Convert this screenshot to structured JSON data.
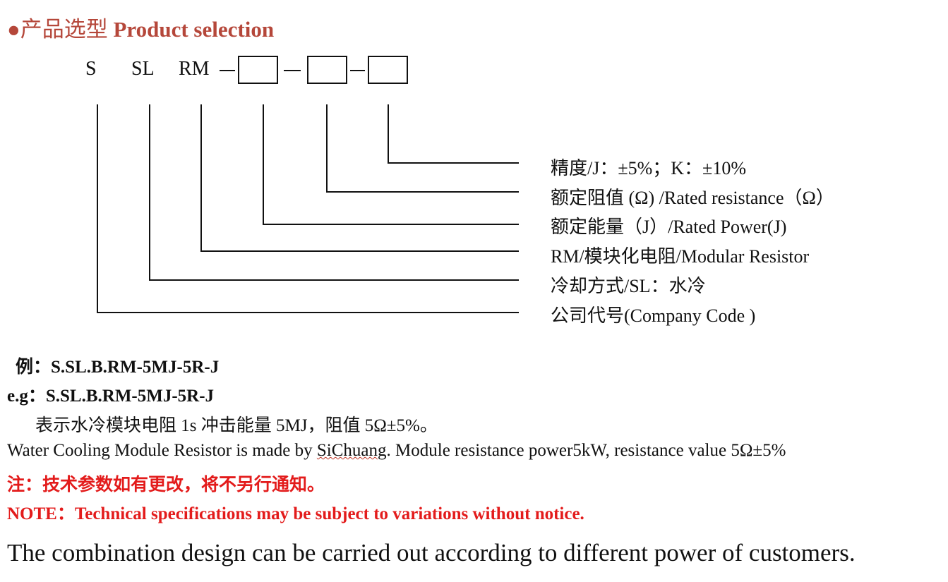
{
  "title": {
    "bullet": "●",
    "cn": "产品选型",
    "en": "Product selection"
  },
  "code": {
    "s": "S",
    "sl": "SL",
    "rm": "RM"
  },
  "descriptions": [
    "精度/J：±5%；K：±10%",
    "额定阻值  (Ω) /Rated resistance（Ω）",
    "额定能量（J）/Rated Power(J)",
    "RM/模块化电阻/Modular Resistor",
    "冷却方式/SL：水冷",
    "公司代号(Company Code )"
  ],
  "example": {
    "cn_label": "例：",
    "cn_code": "S.SL.B.RM-5MJ-5R-J",
    "en_label": "e.g：",
    "en_code": "S.SL.B.RM-5MJ-5R-J",
    "cn_text": "表示水冷模块电阻 1s 冲击能量 5MJ，阻值 5Ω±5%。",
    "en_text_before": "Water Cooling Module Resistor is made by ",
    "en_brand": "SiChuang",
    "en_text_after": ". Module resistance power5kW, resistance value 5Ω±5%"
  },
  "note": {
    "cn": "注：技术参数如有更改，将不另行通知。",
    "en": "NOTE：Technical specifications may be subject to variations without notice."
  },
  "footer": "The combination design can be carried out according to different power of customers.",
  "colors": {
    "title": "#b5473a",
    "note": "#e31b1b"
  }
}
